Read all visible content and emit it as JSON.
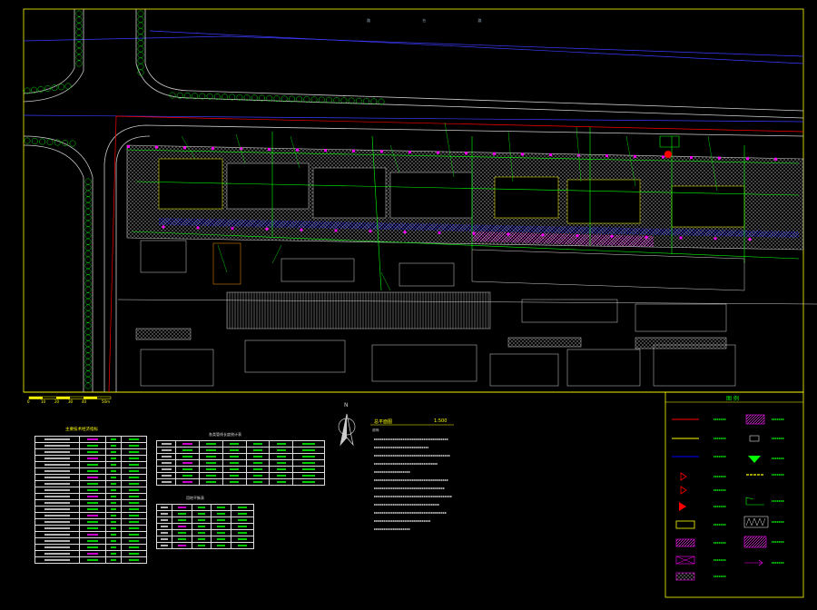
{
  "colors": {
    "background": "#000000",
    "frame": "#ffff00",
    "road": "#aaaacc",
    "pipe_green": "#00ff00",
    "pipe_blue": "#0000ff",
    "pipe_red": "#ff0000",
    "pipe_magenta": "#ff00ff",
    "building": "#d0d0d0",
    "hatch": "#808080"
  },
  "drawing": {
    "scale_ticks": [
      "0",
      "10",
      "20",
      "30",
      "40",
      "50m"
    ],
    "north_label": "N",
    "notes_header_left": "总平面图",
    "notes_header_right": "1:500",
    "notes_sub": "说明:",
    "road_label": "路 名 路"
  },
  "legend": {
    "title": "图 例"
  },
  "tables": {
    "left_title": "主要技术经济指标",
    "center_title": "各类管线长度统计表",
    "center_small_title": "用地平衡表"
  },
  "icons": {
    "north_arrow": "north-arrow-icon"
  }
}
